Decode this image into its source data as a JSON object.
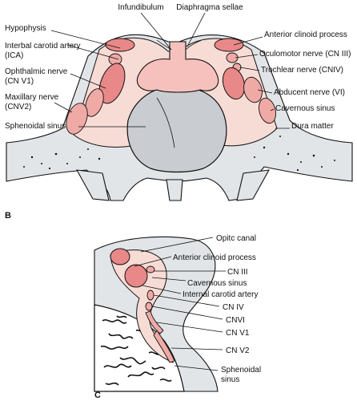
{
  "panel_b": {
    "panel_label": "B",
    "labels": {
      "infundibulum": "Infundibulum",
      "diaphragma": "Diaphragma sellae",
      "hypophysis": "Hypophysis",
      "ica": "Interbal carotid artery\n(ICA)",
      "ophthalmic": "Ophthalmic nerve\n(CN V1)",
      "maxillary": "Maxillary nerve\n(CNV2)",
      "sphenoidal": "Sphenoidal sinus",
      "anterior_clinoid": "Anterior clinoid process",
      "oculomotor": "Oculomotor nerve (CN III)",
      "trochlear": "Trochlear nerve (CNIV)",
      "abducent": "Abducent nerve (VI)",
      "cavernous": "Cavernous sinus",
      "dura": "Dura matter"
    }
  },
  "panel_c": {
    "panel_label": "C",
    "labels": {
      "optic_canal": "Opitc canal",
      "anterior_clinoid": "Anterior clinoid process",
      "cn3": "CN III",
      "cavernous": "Cavernous sinus",
      "ica": "Internal carotid artery",
      "cn4": "CN IV",
      "cn6": "CNVI",
      "cnv1": "CN V1",
      "cnv2": "CN V2",
      "sphenoidal": "Sphenoidal\nsinus"
    }
  },
  "colors": {
    "bone": "#e2e5e8",
    "dura": "#f7dcd6",
    "vessel": "#e98888",
    "nerve": "#f0aaa6",
    "pituitary": "#f6c1bd",
    "sinus": "#c9ccd0"
  }
}
